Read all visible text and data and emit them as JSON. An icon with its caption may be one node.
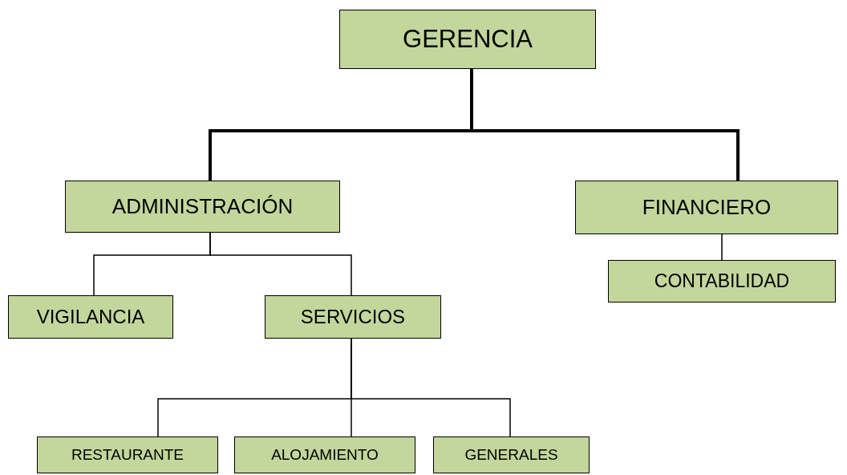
{
  "diagram": {
    "nodes": [
      {
        "text": [
          "GERENCIA"
        ]
      },
      {
        "text": [
          "ADMINISTRACIÓN"
        ]
      },
      {
        "text": [
          "FINANCIERO"
        ]
      },
      {
        "text": [
          "VIGILANCIA"
        ]
      },
      {
        "text": [
          "SERVICIOS"
        ]
      },
      {
        "text": [
          "CONTABILIDAD"
        ]
      },
      {
        "text": [
          "RESTAURANTE"
        ]
      },
      {
        "text": [
          "ALOJAMIENTO"
        ]
      },
      {
        "text": [
          "GENERALES"
        ]
      }
    ],
    "edges": [
      {
        "from": 0,
        "to": 1,
        "arrow": "none",
        "style": "thick"
      },
      {
        "from": 0,
        "to": 2,
        "arrow": "none",
        "style": "thick"
      },
      {
        "from": 1,
        "to": 3,
        "arrow": "none"
      },
      {
        "from": 1,
        "to": 4,
        "arrow": "none"
      },
      {
        "from": 2,
        "to": 5,
        "arrow": "none"
      },
      {
        "from": 4,
        "to": 6,
        "arrow": "none"
      },
      {
        "from": 4,
        "to": 7,
        "arrow": "none"
      },
      {
        "from": 4,
        "to": 8,
        "arrow": "none"
      }
    ]
  }
}
